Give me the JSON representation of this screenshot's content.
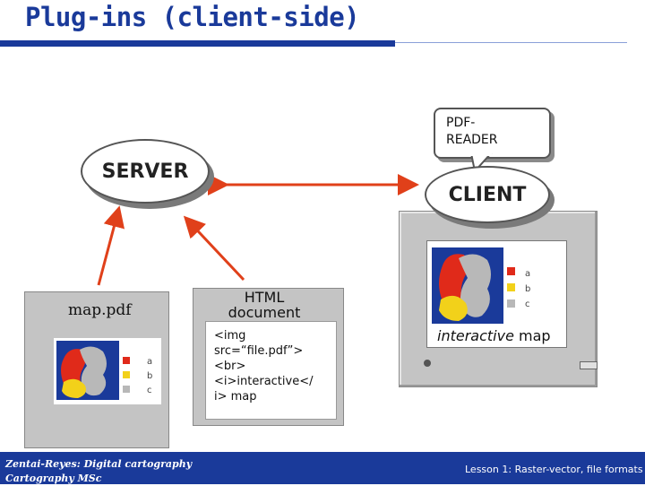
{
  "title": "Plug-ins (client-side)",
  "nodes": {
    "server": "SERVER",
    "client": "CLIENT",
    "reader": [
      "PDF-",
      "READER"
    ]
  },
  "cards": {
    "map_pdf": "map.pdf",
    "html_title": [
      "HTML",
      "document"
    ],
    "html_code": [
      "<img",
      "src=“file.pdf”>",
      "<br>",
      "<i>interactive</",
      "i> map"
    ]
  },
  "map_legend": [
    "a",
    "b",
    "c"
  ],
  "caption": {
    "italic": "interactive",
    "rest": " map"
  },
  "footer": {
    "left": [
      "Zentai-Reyes: Digital cartography",
      "Cartography MSc"
    ],
    "right": "Lesson 1: Raster-vector, file formats"
  },
  "colors": {
    "title": "#1a3a9a",
    "arrow": "#e0401a",
    "footer": "#1a3a9a",
    "card": "#c4c4c4"
  }
}
